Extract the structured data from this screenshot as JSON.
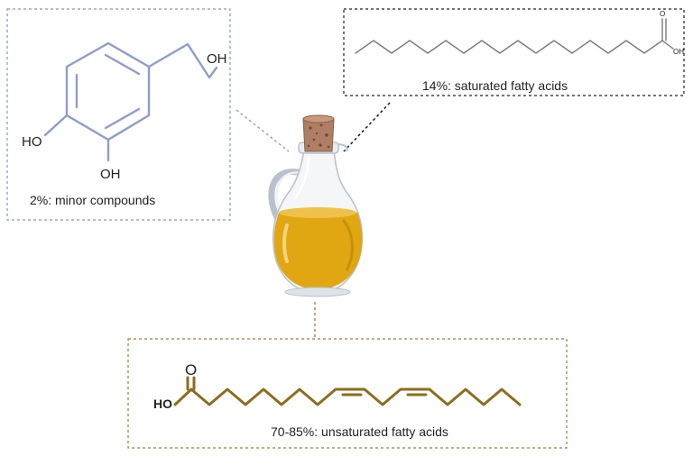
{
  "colors": {
    "minor_box_border": "#7f98c4",
    "saturated_box_border": "#222222",
    "unsaturated_box_border": "#a07d32",
    "phenol_bond": "#8f9dc7",
    "saturated_bond": "#7a7a7a",
    "unsaturated_bond": "#8c6d1e",
    "oil": "#e0a713",
    "cork": "#b07e64",
    "glass_outline": "#b9c2cc"
  },
  "icons": [
    "olive-oil-bottle-icon",
    "cork-stopper-icon"
  ],
  "boxes": {
    "minor": {
      "caption": "2%: minor compounds",
      "atoms": {
        "oh_top": "OH",
        "oh_left": "HO",
        "oh_bottom": "OH"
      }
    },
    "saturated": {
      "caption": "14%: saturated fatty acids",
      "atoms": {
        "o": "O",
        "oh": "OH"
      }
    },
    "unsaturated": {
      "caption": "70-85%: unsaturated fatty acids",
      "atoms": {
        "o": "O",
        "ho": "HO"
      }
    }
  }
}
